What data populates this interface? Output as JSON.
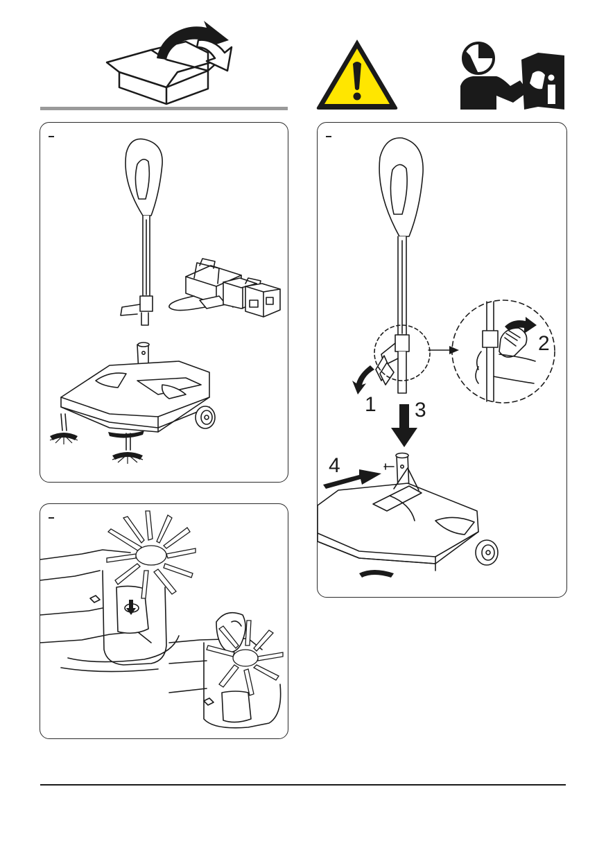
{
  "icons": {
    "unpack": "unpack-box-icon",
    "warning": "warning-triangle-icon",
    "read_manual": "read-manual-icon"
  },
  "colors": {
    "warning_fill": "#ffe600",
    "ink": "#1a1a1a",
    "rule_grey": "#9a9a9a"
  },
  "figures": [
    {
      "name": "figure-contents",
      "labels": []
    },
    {
      "name": "figure-handle-assembly",
      "labels": [
        "1",
        "2",
        "3",
        "4"
      ]
    },
    {
      "name": "figure-side-brush-mount",
      "labels": []
    }
  ],
  "steps": {
    "step1": "1",
    "step2": "2",
    "step3": "3",
    "step4": "4"
  }
}
